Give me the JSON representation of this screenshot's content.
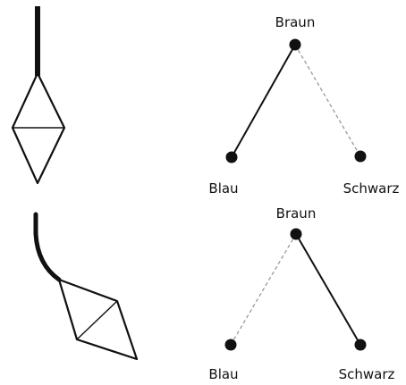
{
  "diagrams": [
    {
      "top_label": "Braun",
      "left_label": "Blau",
      "right_label": "Schwarz",
      "solid_side": "left",
      "dashed_side": "right"
    },
    {
      "top_label": "Braun",
      "left_label": "Blau",
      "right_label": "Schwarz",
      "solid_side": "right",
      "dashed_side": "left"
    }
  ],
  "colors": {
    "stroke": "#111111",
    "dashed": "#999999",
    "node": "#111111"
  }
}
